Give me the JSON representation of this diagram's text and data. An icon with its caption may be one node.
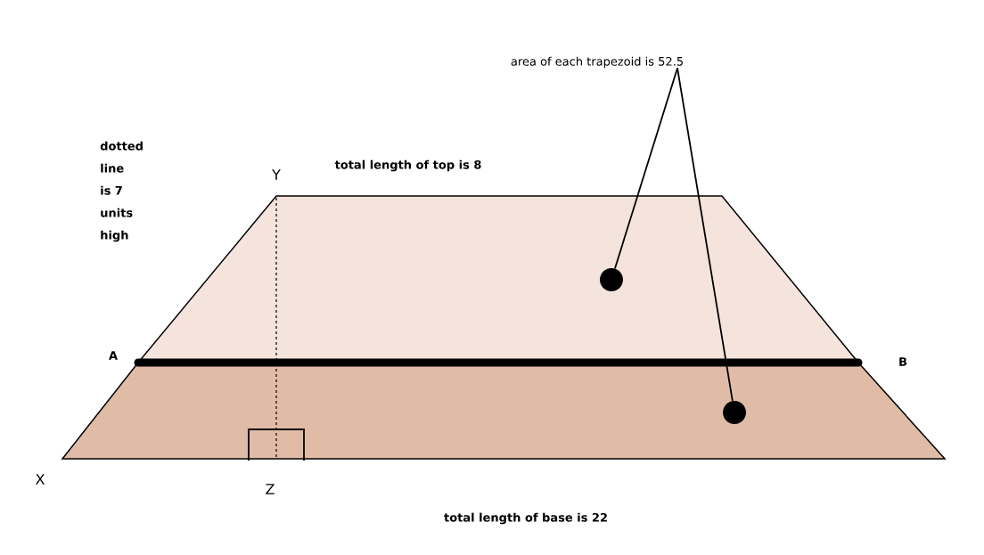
{
  "diagram": {
    "nodes": [
      {
        "text": [
          "area of each trapezoid is 52.5"
        ]
      },
      {
        "text": [],
        "shape": "trapezoid"
      },
      {
        "text": [],
        "shape": "circle",
        "in": 1
      },
      {
        "text": [],
        "shape": "trapezoid"
      },
      {
        "text": [],
        "shape": "circle",
        "in": 3
      }
    ],
    "edges": [
      {
        "from": 0,
        "to": 2,
        "arrow": "none"
      },
      {
        "from": 0,
        "to": 4,
        "arrow": "none"
      }
    ],
    "labels": [
      "dotted line is 7 units high",
      "Y",
      "total length of top is 8",
      "A",
      "B",
      "X",
      "Z",
      "total length of base is 22"
    ]
  }
}
